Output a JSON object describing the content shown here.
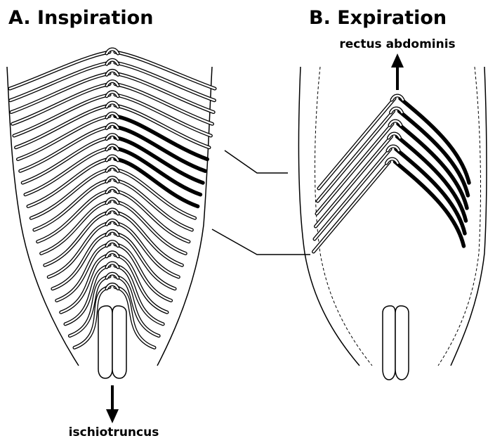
{
  "panels": {
    "a": {
      "title": "A.  Inspiration",
      "arrow_label": "ischiotruncus"
    },
    "b": {
      "title": "B.  Expiration",
      "arrow_label": "rectus abdominis"
    }
  },
  "colors": {
    "ink": "#000000",
    "background": "#ffffff"
  }
}
